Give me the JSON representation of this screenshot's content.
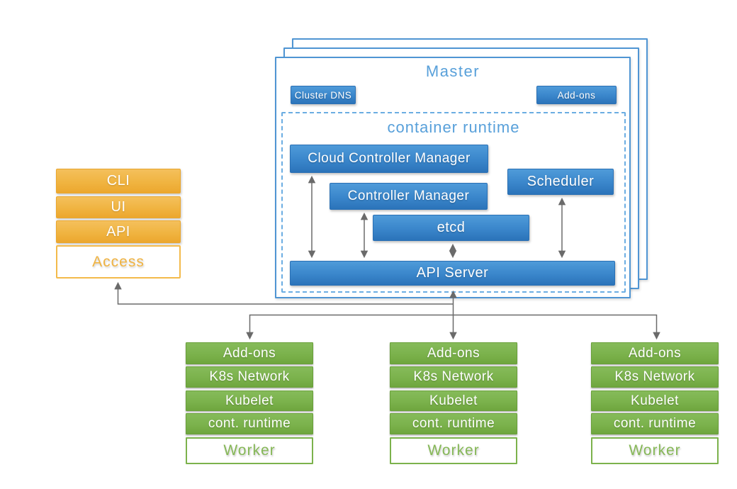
{
  "master": {
    "title": "Master",
    "cluster_dns_label": "Cluster DNS",
    "addons_label": "Add-ons",
    "runtime": {
      "label": "container runtime",
      "cloud_controller_manager": "Cloud Controller Manager",
      "controller_manager": "Controller Manager",
      "scheduler": "Scheduler",
      "etcd": "etcd",
      "api_server": "API Server"
    }
  },
  "access_stack": {
    "cells": [
      "CLI",
      "UI",
      "API"
    ],
    "label": "Access"
  },
  "workers": [
    {
      "cells": [
        "Add-ons",
        "K8s Network",
        "Kubelet",
        "cont. runtime"
      ],
      "label": "Worker"
    },
    {
      "cells": [
        "Add-ons",
        "K8s Network",
        "Kubelet",
        "cont. runtime"
      ],
      "label": "Worker"
    },
    {
      "cells": [
        "Add-ons",
        "K8s Network",
        "Kubelet",
        "cont. runtime"
      ],
      "label": "Worker"
    }
  ],
  "colors": {
    "blue_fill": "#3a86cb",
    "blue_border": "#4f95d3",
    "blue_heading_text": "#58a0da",
    "dashed_border": "#6bade2",
    "orange_fill": "#f0b441",
    "green_fill": "#7bb24c",
    "arrow_gray": "#6a6a6a",
    "box_text": "#ffffff"
  }
}
